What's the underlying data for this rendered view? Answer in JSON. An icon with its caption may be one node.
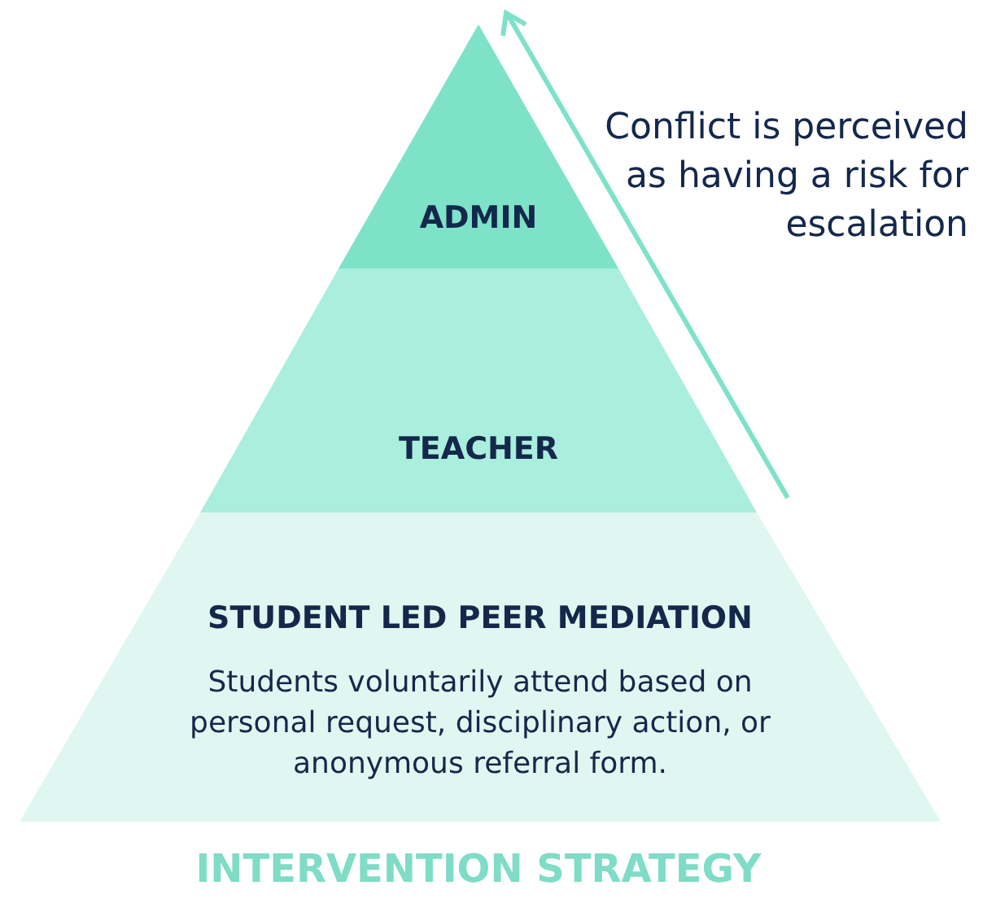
{
  "diagram": {
    "caption": "INTERVENTION STRATEGY",
    "nodes": [
      {
        "text": [
          "ADMIN"
        ]
      },
      {
        "text": [
          "TEACHER"
        ]
      },
      {
        "text": [
          "STUDENT LED PEER MEDIATION",
          "Students voluntarily attend based on personal request, disciplinary action, or anonymous referral form."
        ]
      }
    ],
    "edges": [],
    "labels": [
      "Conflict is perceived as having a risk for escalation"
    ]
  }
}
